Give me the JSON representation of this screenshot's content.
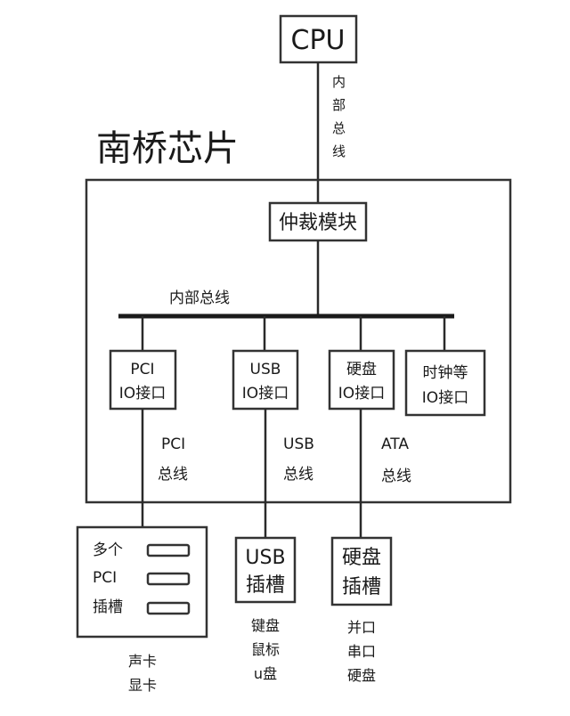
{
  "cpu": {
    "label": "CPU"
  },
  "cpu_bus": {
    "chars": [
      "内",
      "部",
      "总",
      "线"
    ]
  },
  "southbridge": {
    "title": "南桥芯片"
  },
  "arbiter": {
    "label": "仲裁模块"
  },
  "internal_bus": {
    "label": "内部总线"
  },
  "interfaces": [
    {
      "line1": "PCI",
      "line2": "IO接口"
    },
    {
      "line1": "USB",
      "line2": "IO接口"
    },
    {
      "line1": "硬盘",
      "line2": "IO接口"
    },
    {
      "line1": "时钟等",
      "line2": "IO接口"
    }
  ],
  "buses": [
    {
      "name": "PCI",
      "suffix": "总线"
    },
    {
      "name": "USB",
      "suffix": "总线"
    },
    {
      "name": "ATA",
      "suffix": "总线"
    }
  ],
  "pci_slots": {
    "labels": [
      "多个",
      "PCI",
      "插槽"
    ]
  },
  "usb_slot": {
    "line1": "USB",
    "line2": "插槽"
  },
  "disk_slot": {
    "line1": "硬盘",
    "line2": "插槽"
  },
  "devices": {
    "pci": [
      "声卡",
      "显卡"
    ],
    "usb": [
      "键盘",
      "鼠标",
      "u盘"
    ],
    "disk": [
      "并口",
      "串口",
      "硬盘"
    ]
  }
}
